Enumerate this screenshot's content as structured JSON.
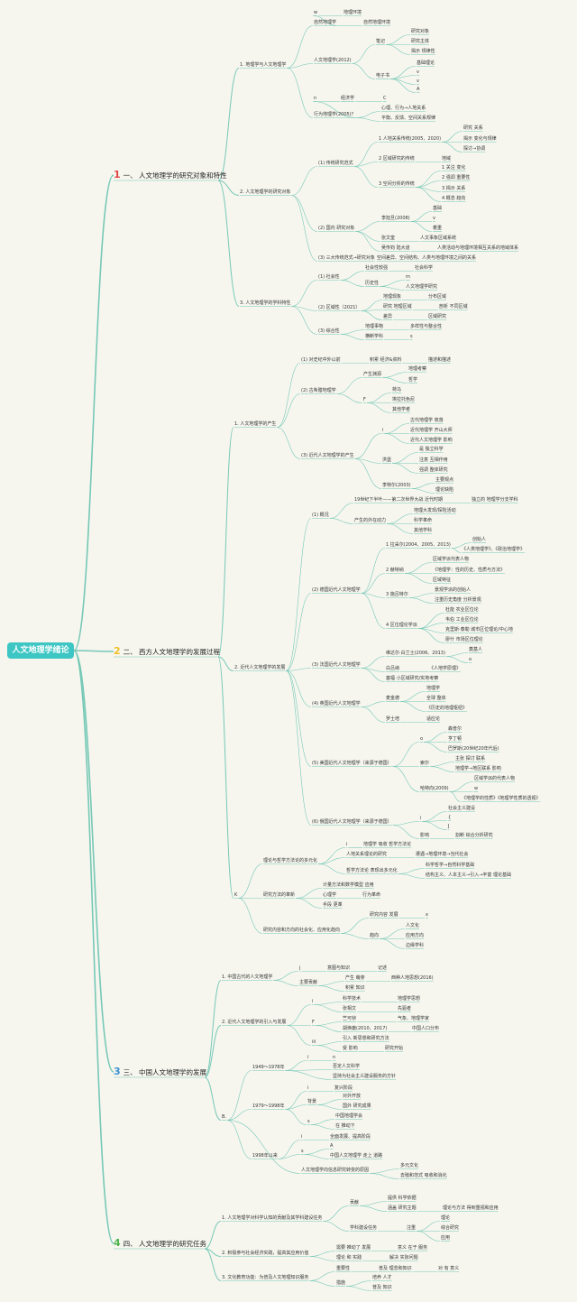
{
  "colors": {
    "root_fill": "#3dc6c3",
    "link": "#76c8b6",
    "n1": "#e04545",
    "n2": "#f2c02a",
    "n3": "#3a8fd1",
    "n4": "#4db34d"
  },
  "root": "人文地理学绪论",
  "sections": [
    {
      "num": "1",
      "label": "一、 人文地理学的研究对象和特性"
    },
    {
      "num": "2",
      "label": "二、 西方人文地理学的发展过程"
    },
    {
      "num": "3",
      "label": "三、 中国人文地理学的发展"
    },
    {
      "num": "4",
      "label": "四、 人文地理学的研究任务"
    }
  ],
  "s1": {
    "a": "1. 地理学与人文地理学",
    "a1": "自然地理学",
    "a1a": "w",
    "a1a1": "地理环境",
    "a1b": "自然地理环境",
    "a2": "人文地理学(2012)",
    "a2a": "笔记",
    "a2a1": "研究对象",
    "a2a2": "研究主体",
    "a2a3": "揭示 规律性",
    "a2b": "电子书",
    "a2b1": "基础理论",
    "a2b2": "v",
    "a2b3": "v",
    "a2b4": "A",
    "a3": "行为地理学(2005)？",
    "a3a": "n",
    "a3a1": "经济学",
    "a3a2": "C",
    "a3b": "心理、行为→人地关系",
    "a3c": "平衡、反馈、空间关系规律",
    "b": "2. 人文地理学的研究对象",
    "b1": "(1) 传统研究范式",
    "b1a": "1 人地关系传统(2005、2020)",
    "b1a1": "研究 关系",
    "b1a2": "揭示 变化与规律",
    "b1a3": "探讨→协调",
    "b1b": "2 区域研究的传统",
    "b1b1": "地域",
    "b1c": "3 空间分析的传统",
    "b1c1": "1 关注 变化",
    "b1c2": "2 强调 重要性",
    "b1c3": "3 揭示 关系",
    "b1c4": "4 概念 趋向",
    "b2": "(2) 国内 研究对象",
    "b2a": "李旭旦(2008)",
    "b2a1": "基础",
    "b2a2": "v",
    "b2a3": "着重",
    "b2b": "张文奎",
    "b2b1": "人文事象区域系统",
    "b2c": "吴传钧 陆大道",
    "b2c1": "人类活动与地理环境相互关系的地域体系",
    "b3": "(3) 三大传统范式→研究对象",
    "b3a": "空间差异、空间结构、人类与地理环境之间的关系",
    "c": "3. 人文地理学的学科特性",
    "c1": "(1) 社会性",
    "c1a": "社会性较强",
    "c1a1": "社会科学",
    "c1b": "历史性",
    "c1b1": "m",
    "c1b2": "人文地理学研究",
    "c2": "(2) 区域性（2021）",
    "c2a": "地理现象",
    "c2a1": "分布区域",
    "c2b": "研究 地理区域",
    "c2b1": "剖析 不同区域",
    "c2c": "差异",
    "c2c1": "区域研究",
    "c3": "(3) 综合性",
    "c3a": "地理事物",
    "c3a1": "多样性与整合性",
    "c3b": "横断学科",
    "c3b1": "s"
  },
  "s2": {
    "a": "1. 人文地理学的产生",
    "a1": "(1) 对史纪中外以前",
    "a1a": "积累 经济&资料",
    "a1a1": "描述和描述",
    "a2": "(2) 古希腊地理学",
    "a2a": "产生渊源",
    "a2a1": "地理考察",
    "a2a2": "哲学",
    "a2b": "F",
    "a2b1": "荷马",
    "a2b2": "埃拉托色尼",
    "a2b3": "其他学者",
    "a3": "(3) 近代人文地理学的产生",
    "a3a": "i",
    "a3a1": "古代地理学 衰落",
    "a3a2": "近代地理学 开山大师",
    "a3a3": "近代人文地理学 影响",
    "a3b": "洪堡",
    "a3b1": "是 独立科学",
    "a3b2": "注意 互相作用",
    "a3b3": "强调 整体研究",
    "a3c": "李特尔(2003)",
    "a3c1": "主要观点",
    "a3c2": "理论缺陷",
    "b": "2. 近代人文地理学的发展",
    "b1": "(1) 概况",
    "b1a": "19世纪下半叶——第二次世界大战 近代时期",
    "b1a1": "独立的 地理学分支学科",
    "b1b": "产生的外在动力",
    "b1b1": "地理大发现/探险活动",
    "b1b2": "科学革命",
    "b1b3": "其他学科",
    "b2": "(2) 德国近代人文地理学",
    "b2a": "1 拉采尔(2004、2005、2013)",
    "b2a1": "创始人",
    "b2a2": "《人类地理学》、《政治地理学》",
    "b2b": "2 赫特纳",
    "b2b1": "区域学派代表人物",
    "b2b2": "《地理学：性的历史、性质与方法》",
    "b2b3": "区域特征",
    "b2c": "3 施吕特尔",
    "b2c1": "景观学派的创始人",
    "b2c2": "注重历史角度 分析景观",
    "b2d": "4 区位理论学派",
    "b2d1": "杜能 农业区位论",
    "b2d2": "韦伯 工业区位论",
    "b2d3": "克里斯·泰勒 城市区位理论/中心地",
    "b2d4": "廖什 市场区位理论",
    "b3": "(3) 法国近代人文地理学",
    "b3a": "维达尔·白兰士(2006、2013)",
    "b3a1": "奠基人",
    "b3a2": "o",
    "b3b": "白吕纳",
    "b3b1": "《人地学原理》",
    "b3c": "塞福 小区域研究/实地考察",
    "b4": "(4) 英国近代人文地理学",
    "b4a": "麦金德",
    "b4a1": "地理学",
    "b4a2": "全球 整体",
    "b4a3": "《历史的地理枢纽》",
    "b4b": "罗士培",
    "b4b1": "适应论",
    "b5": "(5) 美国近代人文地理学（来源于德国）",
    "b5a": "o",
    "b5a1": "森普尔",
    "b5a2": "亨丁顿",
    "b5a3": "巴罗斯(20世纪20年代后)",
    "b5b": "索尔",
    "b5b1": "主张 探讨 联系",
    "b5b2": "地理学→地区联系 影响",
    "b5c": "哈特向(2009)",
    "b5c1": "区域学派的代表人物",
    "b5c2": "w",
    "b5c3": "《地理学的性质》《地理学性质的透视》",
    "b6": "(6) 俄国近代人文地理学（来源于德国）",
    "b6a": "i",
    "b6a1": "社会主义建设",
    "b6a2": "{",
    "b6a3": "J",
    "b6b": "影响",
    "b6b1": "割断 综合分析研究",
    "c": "K",
    "c1": "理论与哲学方法论的多元化",
    "c1a": "i",
    "c1a1": "地理学 吸收 哲学方法论",
    "c1b": "人地关系理论的研究",
    "c1b1": "遭遇→地理环境→当代社会",
    "c1c": "哲学方法论 表现出多元化",
    "c1c1": "科学哲学→自然科学基础",
    "c1c2": "结构主义、人本主义→引入→丰富 理论基础",
    "c2": "研究方法的革新",
    "c2a": "计量方法和数学模型 应用",
    "c2b": "心理学",
    "c2b1": "行为革命",
    "c2c": "手段 更革",
    "c3": "研究内容和方向的社会化、应用化趋向",
    "c3a": "研究内容 发展",
    "c3a1": "x",
    "c3b": "趋向",
    "c3b1": "人文化",
    "c3b2": "应用方向",
    "c3b3": "边缘学科"
  },
  "s3": {
    "a": "1. 中国古代的人文地理学",
    "a1": "j",
    "a1a": "意图与知识",
    "a1a1": "记述",
    "a2": "主要贡献",
    "a2a": "产生 萌芽",
    "a2a1": "西种人地思想(2016)",
    "a2b": "积累 知识",
    "b": "2. 近代人文地理学的引入与发展",
    "b1": "i",
    "b1a": "科学技术",
    "b1a1": "地理学思想",
    "b1b": "张相文",
    "b1b1": "先驱者",
    "b2": "F",
    "b2a": "竺可桢",
    "b2a1": "气象、地理学家",
    "b2b": "胡焕庸(2010、2017)",
    "b2b1": "中国人口分布",
    "b3": "iii",
    "b3a": "引入 新思想和研究方法",
    "b3b": "受 影响",
    "b3b1": "研究开始",
    "c": "B.",
    "c1": "1949～1978年",
    "c1a": "i",
    "c1a1": "n",
    "c1b": "否定人文科学",
    "c1c": "坚持为社会主义建设服务的方针",
    "c2": "1979～1998年",
    "c2a": "i",
    "c2a1": "复兴阶段",
    "c2b": "背景",
    "c2b1": "对外开放",
    "c2b2": "国外 研究成果",
    "c2c": "s",
    "c2c1": "中国地理学会",
    "c2c2": "在 推动下",
    "c3": "1998年以来",
    "c3a": "i",
    "c3a1": "全面发展、提高阶段",
    "c3b": "s",
    "c3b1": "A",
    "c3b2": "中国人文地理学 走上 道路",
    "c4": "人文地理学向信息研究转变的原因",
    "c4a": "多元文化",
    "c4b": "去殖和范式 吸收和消化"
  },
  "s4": {
    "a": "1. 人文地理学对科学认知的贡献及其学科建设任务",
    "a1": "贡献",
    "a1a": "提供 科学依据",
    "a1b": "涵盖 研究主题",
    "a1b1": "理论与方法 得到重视和应用",
    "a2": "学科建设任务",
    "a2a": "注重",
    "a2a1": "理论",
    "a2a2": "综合研究",
    "a2a3": "应用",
    "b": "2. 积极参与社会经济实践，提高其应用价值",
    "b1": "需要 推动了 发展",
    "b1a": "意义 在于 服务",
    "b2": "理论 和 实践",
    "b2a": "解决 实际问题",
    "c": "3. 文化教育功能：为普及人文地理知识服务",
    "c1": "重要性",
    "c1a": "普及 理念和知识",
    "c1a1": "对 有 意义",
    "c2": "措施",
    "c2a": "培养 人才",
    "c2b": "普及 知识"
  }
}
